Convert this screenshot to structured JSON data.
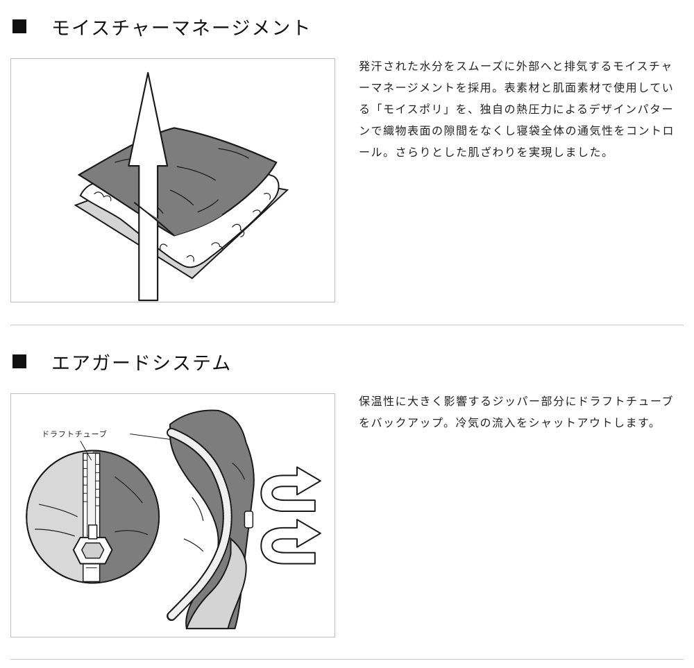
{
  "sections": [
    {
      "title": "モイスチャーマネージメント",
      "description": "発汗された水分をスムーズに外部へと排気するモイスチャーマネージメントを採用。表素材と肌面素材で使用している「モイスポリ」を、独自の熱圧力によるデザインパターンで織物表面の隙間をなくし寝袋全体の通気性をコントロール。さらりとした肌ざわりを実現しました。",
      "illustration_icon": "layered-fabric-airflow-illustration"
    },
    {
      "title": "エアガードシステム",
      "description": "保温性に大きく影響するジッパー部分にドラフトチューブをバックアップ。冷気の流入をシャットアウトします。",
      "illustration_icon": "zipper-draft-tube-illustration",
      "callout_label": "ドラフトチューブ"
    }
  ],
  "colors": {
    "fabric_dark": "#7d7d7d",
    "fabric_mid": "#a8a8a8",
    "fabric_light": "#d4d4d4",
    "line": "#1a1a1a",
    "frame": "#bdbdbd",
    "divider": "#c8c8c8"
  }
}
